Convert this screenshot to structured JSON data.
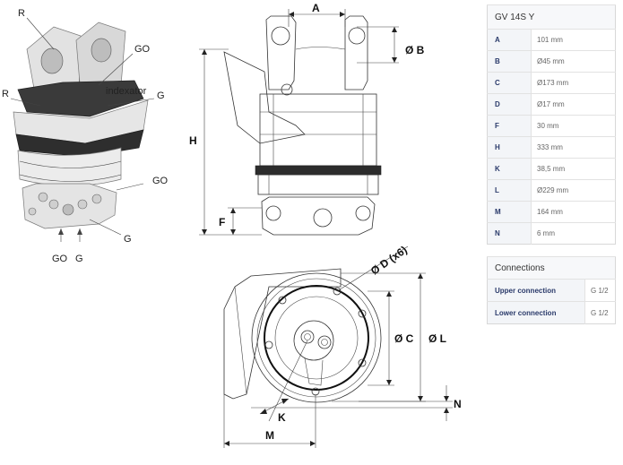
{
  "iso_labels": {
    "r_top": "R",
    "go_top": "GO",
    "r_mid": "R",
    "g_mid": "G",
    "go_side": "GO",
    "g_bottom": "G",
    "go_bottom": "GO",
    "g_bottom2": "G"
  },
  "brand_mark": "indexator",
  "dimensions": {
    "a": "A",
    "b": "Ø B",
    "h": "H",
    "f": "F",
    "d": "Ø D (x6)",
    "c": "Ø C",
    "l": "Ø L",
    "n": "N",
    "k": "K",
    "m": "M"
  },
  "spec_table": {
    "title": "GV 14S Y",
    "rows": [
      {
        "key": "A",
        "value": "101 mm"
      },
      {
        "key": "B",
        "value": "Ø45 mm"
      },
      {
        "key": "C",
        "value": "Ø173 mm"
      },
      {
        "key": "D",
        "value": "Ø17 mm"
      },
      {
        "key": "F",
        "value": "30 mm"
      },
      {
        "key": "H",
        "value": "333 mm"
      },
      {
        "key": "K",
        "value": "38,5 mm"
      },
      {
        "key": "L",
        "value": "Ø229 mm"
      },
      {
        "key": "M",
        "value": "164 mm"
      },
      {
        "key": "N",
        "value": "6 mm"
      }
    ]
  },
  "connections_table": {
    "title": "Connections",
    "rows": [
      {
        "key": "Upper connection",
        "value": "G 1/2"
      },
      {
        "key": "Lower connection",
        "value": "G 1/2"
      }
    ]
  }
}
